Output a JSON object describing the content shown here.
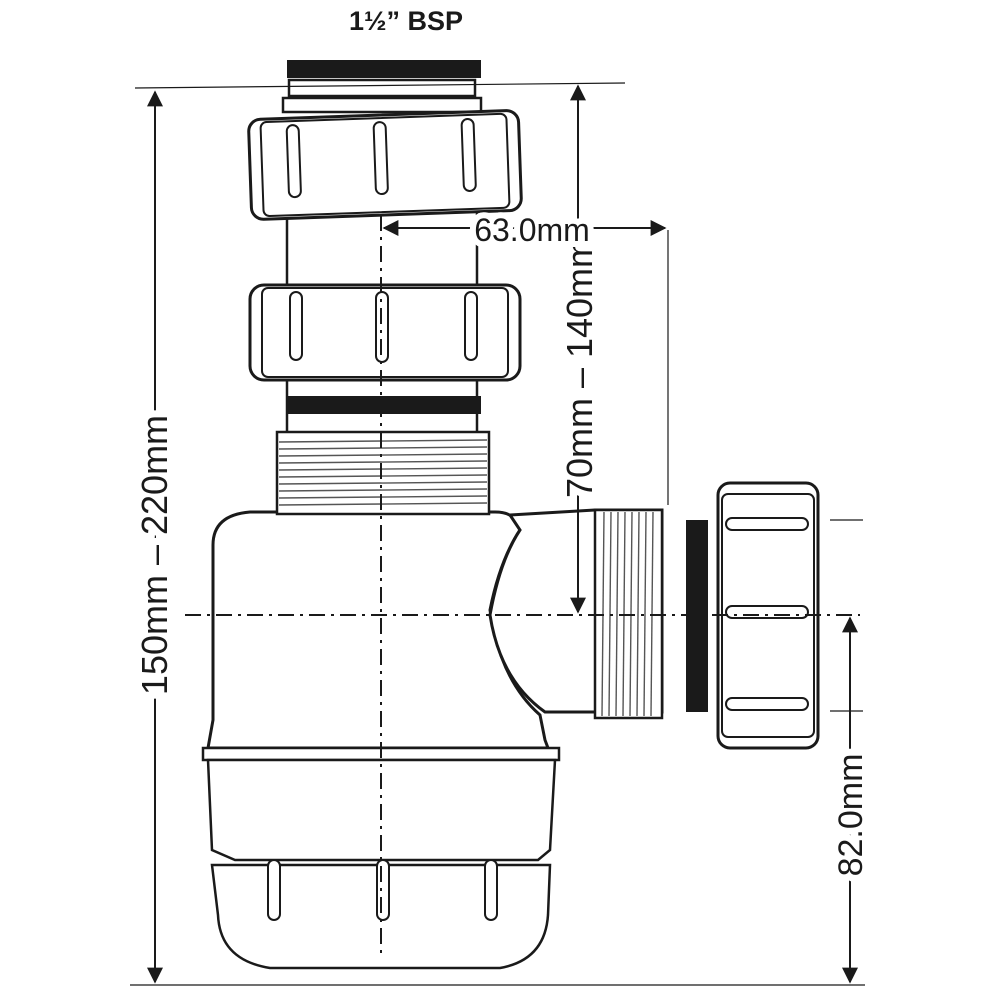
{
  "labels": {
    "thread_size": "1½” BSP",
    "total_height": "150mm – 220mm",
    "inlet_to_outlet": "70mm – 140mm",
    "outlet_reach": "63.0mm",
    "outlet_height": "82.0mm"
  },
  "colors": {
    "line": "#1a1a1a",
    "seal": "#1a1a1a",
    "body_fill": "#ffffff",
    "thread": "#555555",
    "guide": "#9a9a9a"
  },
  "icons": {
    "dimension_arrow": "arrowhead",
    "part": "bottle-trap"
  }
}
